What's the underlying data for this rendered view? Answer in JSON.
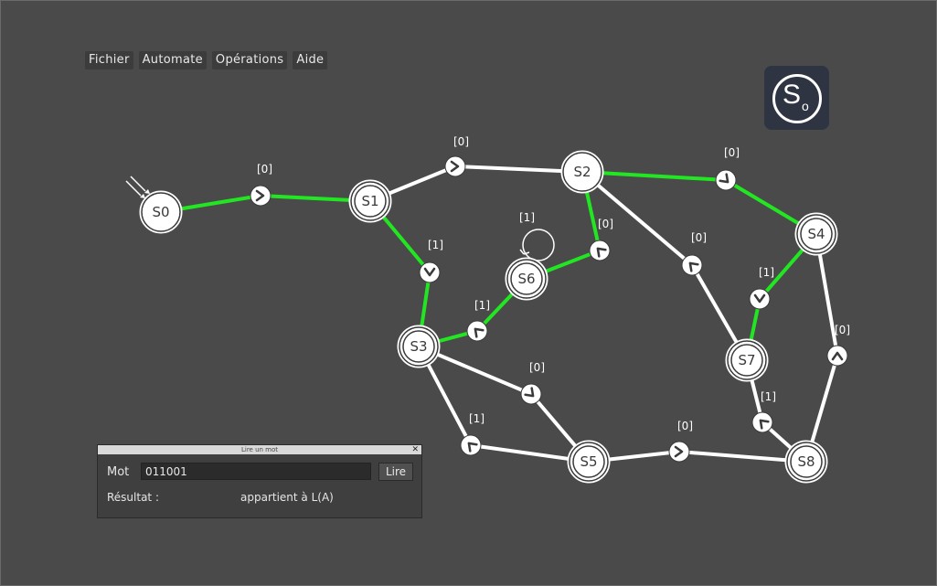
{
  "menu": {
    "items": [
      {
        "label": "Fichier"
      },
      {
        "label": "Automate"
      },
      {
        "label": "Opérations"
      },
      {
        "label": "Aide"
      }
    ]
  },
  "logo": {
    "main": "S",
    "sub": "o"
  },
  "colors": {
    "background": "#4a4a4a",
    "highlight": "#22e622",
    "edge": "#ffffff",
    "logo_bg": "#2e3442"
  },
  "automaton": {
    "initial_state": "S0",
    "states": [
      {
        "id": "S0",
        "accepting": false
      },
      {
        "id": "S1",
        "accepting": true
      },
      {
        "id": "S2",
        "accepting": false
      },
      {
        "id": "S3",
        "accepting": true
      },
      {
        "id": "S4",
        "accepting": true
      },
      {
        "id": "S5",
        "accepting": true
      },
      {
        "id": "S6",
        "accepting": true
      },
      {
        "id": "S7",
        "accepting": true
      },
      {
        "id": "S8",
        "accepting": true
      }
    ],
    "transitions": [
      {
        "from": "S0",
        "to": "S1",
        "symbol": "[0]",
        "highlighted": true
      },
      {
        "from": "S1",
        "to": "S2",
        "symbol": "[0]",
        "highlighted": false
      },
      {
        "from": "S1",
        "to": "S3",
        "symbol": "[1]",
        "highlighted": true
      },
      {
        "from": "S2",
        "to": "S4",
        "symbol": "[0]",
        "highlighted": true
      },
      {
        "from": "S2",
        "to": "S6",
        "symbol": "[0]",
        "highlighted": true
      },
      {
        "from": "S2",
        "to": "S7",
        "symbol": "[0]",
        "highlighted": false
      },
      {
        "from": "S3",
        "to": "S6",
        "symbol": "[1]",
        "highlighted": true
      },
      {
        "from": "S6",
        "to": "S6",
        "symbol": "[1]",
        "highlighted": false
      },
      {
        "from": "S3",
        "to": "S5",
        "symbol": "[0]",
        "highlighted": false
      },
      {
        "from": "S3",
        "to": "S5",
        "symbol": "[1]",
        "highlighted": false
      },
      {
        "from": "S4",
        "to": "S7",
        "symbol": "[1]",
        "highlighted": true
      },
      {
        "from": "S4",
        "to": "S8",
        "symbol": "[0]",
        "highlighted": false
      },
      {
        "from": "S7",
        "to": "S8",
        "symbol": "[1]",
        "highlighted": false
      },
      {
        "from": "S5",
        "to": "S8",
        "symbol": "[0]",
        "highlighted": false
      }
    ]
  },
  "dialog": {
    "title": "Lire un mot",
    "close_glyph": "✕",
    "word_label": "Mot",
    "word_value": "011001",
    "read_button": "Lire",
    "result_label": "Résultat :",
    "result_value": "appartient à L(A)"
  }
}
